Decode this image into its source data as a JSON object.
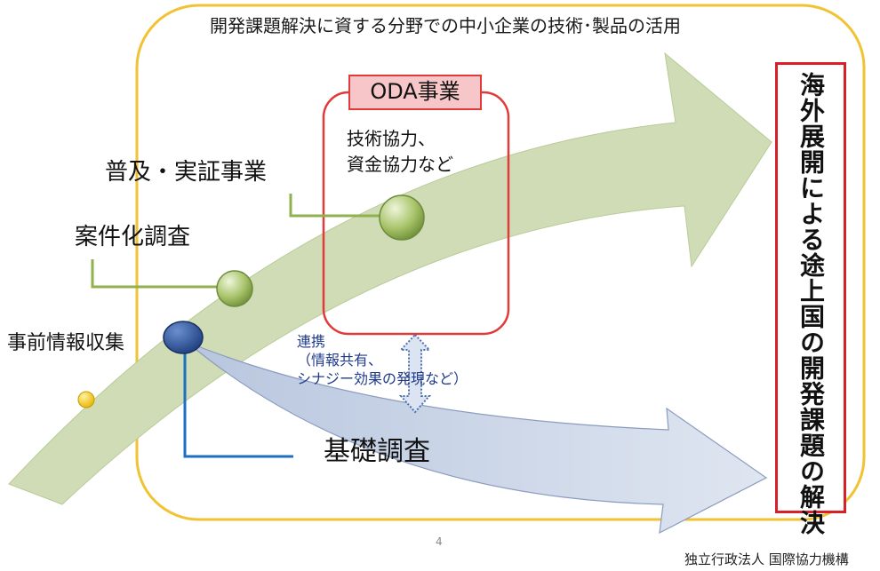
{
  "title": "開発課題解決に資する分野での中小企業の技術･製品の活用",
  "oda": {
    "label": "ODA事業",
    "detail": "技術協力、\n資金協力など"
  },
  "stages": {
    "fukyu": "普及・実証事業",
    "anken": "案件化調査",
    "jizen": "事前情報収集"
  },
  "kiso": "基礎調査",
  "renkei": "連携\n（情報共有、\nシナジー効果の発現など）",
  "goal": "海外展開による途上国の開発課題の解決",
  "footer": {
    "page_number": "4",
    "organization": "独立行政法人 国際協力機構"
  },
  "colors": {
    "frame": "#f1c232",
    "green_arrow": "#cfdcb5",
    "blue_arrow": "#d0d9e8",
    "oda_border": "#e03a3a",
    "goal_border": "#d8202a"
  },
  "icons": {
    "green_arrow": "curved-green-arrow",
    "blue_arrow": "curved-blue-arrow",
    "double_arrow": "double-headed-dotted-arrow"
  }
}
